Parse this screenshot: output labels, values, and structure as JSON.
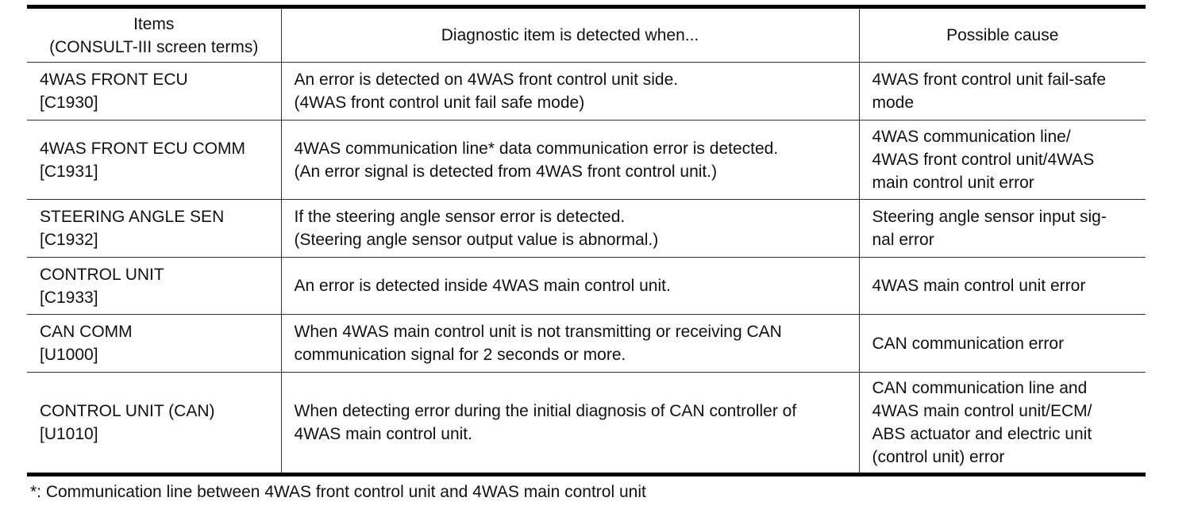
{
  "table": {
    "headers": {
      "items_line1": "Items",
      "items_line2": "(CONSULT-III screen terms)",
      "detected": "Diagnostic item is detected when...",
      "cause": "Possible cause"
    },
    "rows": [
      {
        "item_name": "4WAS FRONT ECU",
        "item_code": "[C1930]",
        "detected": [
          "An error is detected on 4WAS front control unit side.",
          "(4WAS front control unit fail safe mode)"
        ],
        "cause": [
          "4WAS front control unit fail-safe",
          "mode"
        ]
      },
      {
        "item_name": "4WAS FRONT ECU COMM",
        "item_code": "[C1931]",
        "detected": [
          "4WAS communication line* data communication error is detected.",
          "(An error signal is detected from 4WAS front control unit.)"
        ],
        "cause": [
          "4WAS communication line/",
          "4WAS front control unit/4WAS",
          "main control unit error"
        ]
      },
      {
        "item_name": "STEERING ANGLE SEN",
        "item_code": "[C1932]",
        "detected": [
          "If the steering angle sensor error is detected.",
          "(Steering angle sensor output value is abnormal.)"
        ],
        "cause": [
          "Steering angle sensor input sig-",
          "nal error"
        ]
      },
      {
        "item_name": "CONTROL UNIT",
        "item_code": "[C1933]",
        "detected": [
          "An error is detected inside 4WAS main control unit."
        ],
        "cause": [
          "4WAS main control unit error"
        ]
      },
      {
        "item_name": "CAN COMM",
        "item_code": "[U1000]",
        "detected": [
          "When 4WAS main control unit is not transmitting or receiving CAN",
          "communication signal for 2 seconds or more."
        ],
        "cause": [
          "CAN communication error"
        ]
      },
      {
        "item_name": "CONTROL UNIT (CAN)",
        "item_code": "[U1010]",
        "detected": [
          "When detecting error during the initial diagnosis of CAN controller of",
          "4WAS main control unit."
        ],
        "cause": [
          "CAN communication line and",
          "4WAS main control unit/ECM/",
          "ABS actuator and electric unit",
          "(control unit) error"
        ]
      }
    ]
  },
  "footnote": "*: Communication line between 4WAS front control unit and 4WAS main control unit"
}
